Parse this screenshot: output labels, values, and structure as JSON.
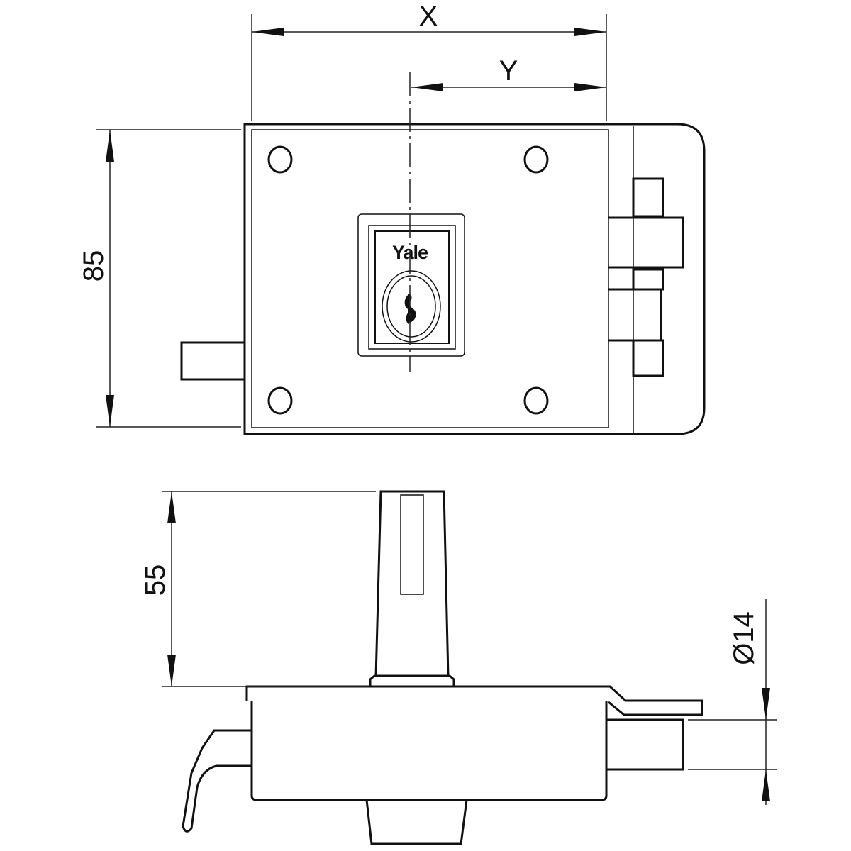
{
  "drawing": {
    "top_view": {
      "dimension_width": "X",
      "dimension_offset": "Y",
      "dimension_height": "85",
      "logo": "Yale"
    },
    "side_view": {
      "dimension_height": "55",
      "dimension_diameter": "Ø14"
    }
  }
}
